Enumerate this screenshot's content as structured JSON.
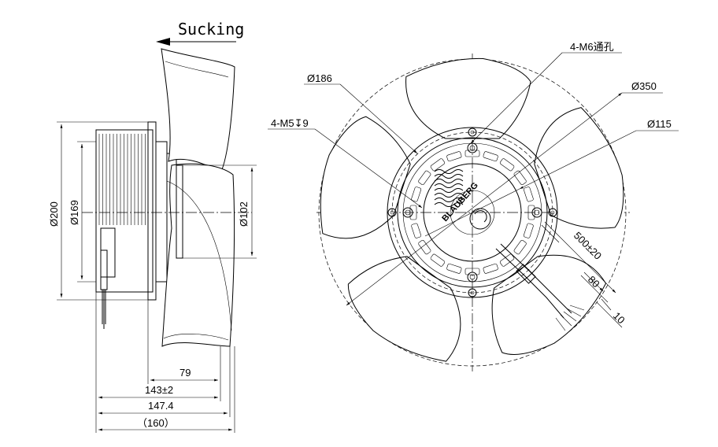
{
  "flow_direction_label": "Sucking",
  "side_view": {
    "dim_diameter_outer": "Ø200",
    "dim_diameter_motor": "Ø169",
    "dim_diameter_hub": "Ø102",
    "dim_depth_1": "79",
    "dim_depth_2": "143±2",
    "dim_depth_3": "147.4",
    "dim_depth_4": "（160）"
  },
  "front_view": {
    "callout_mount_holes": "4-M6通孔",
    "callout_pcd": "Ø186",
    "callout_blade_diameter": "Ø350",
    "callout_threaded_holes": "4-M5↧9",
    "callout_hub_diameter": "Ø115",
    "cable_length": "500±20",
    "cable_strip_length": "80",
    "wire_strip_length": "10",
    "hub_logo_text": "BLAUBERG"
  }
}
